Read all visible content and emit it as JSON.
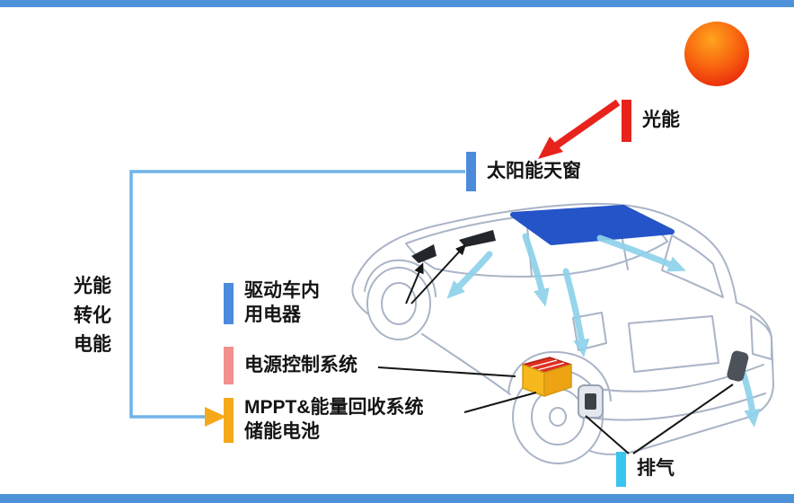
{
  "colors": {
    "frame_blue": "#4e93d9",
    "marker_red": "#e8231c",
    "marker_blue": "#4c8bdc",
    "marker_pink": "#f2908e",
    "marker_orange": "#f6a81b",
    "marker_cyan": "#38c5f0",
    "connector_blue": "#6fb3ea",
    "flow_arrow_cyan": "#8ed2ea",
    "solar_roof_panel_blue": "#2553c8",
    "sun_orange": "#ffa41e",
    "sun_red": "#e8200c"
  },
  "labels": {
    "light_energy": "光能",
    "solar_sunroof": "太阳能天窗",
    "conversion_lines": [
      "光能",
      "转化",
      "电能"
    ],
    "drive_appliances_lines": [
      "驱动车内",
      "用电器"
    ],
    "power_control": "电源控制系统",
    "mppt_lines": [
      "MPPT&能量回收系统",
      "储能电池"
    ],
    "exhaust": "排气"
  }
}
